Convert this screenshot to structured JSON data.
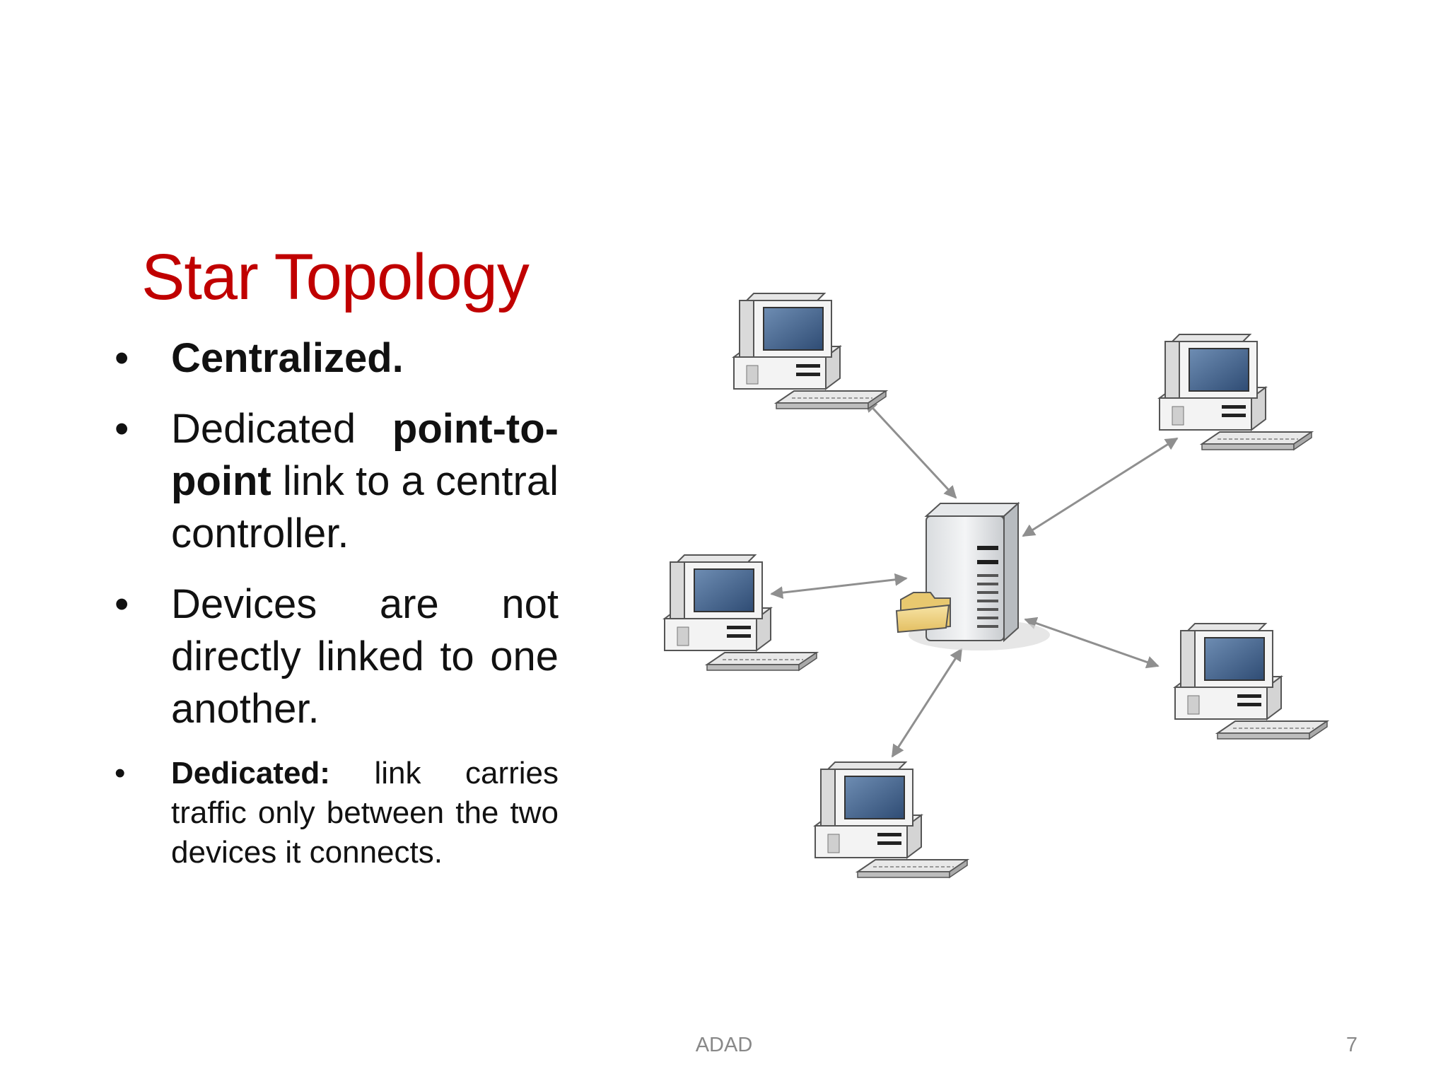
{
  "slide": {
    "title": "Star Topology",
    "footer_center": "ADAD",
    "page_number": "7"
  },
  "bullets": [
    {
      "size": "lg",
      "parts": [
        {
          "text": "Centralized.",
          "bold": true
        }
      ]
    },
    {
      "size": "lg",
      "parts": [
        {
          "text": "Dedicated ",
          "bold": false
        },
        {
          "text": "point-to-point",
          "bold": true
        },
        {
          "text": " link to a central controller.",
          "bold": false
        }
      ]
    },
    {
      "size": "lg",
      "parts": [
        {
          "text": "Devices are not directly linked to one another.",
          "bold": false
        }
      ]
    },
    {
      "size": "sm",
      "parts": [
        {
          "text": "Dedicated:",
          "bold": true
        },
        {
          "text": " link carries traffic only between the two devices it connects.",
          "bold": false
        }
      ]
    }
  ],
  "diagram": {
    "hub_icon": "server-tower-icon",
    "hub_badge_icon": "folder-icon",
    "node_icon": "desktop-computer-icon",
    "nodes": [
      "computer-top-left",
      "computer-top-right",
      "computer-left",
      "computer-right",
      "computer-bottom"
    ],
    "link_color": "#8f8f8f",
    "screen_color": "#3f5f86"
  }
}
